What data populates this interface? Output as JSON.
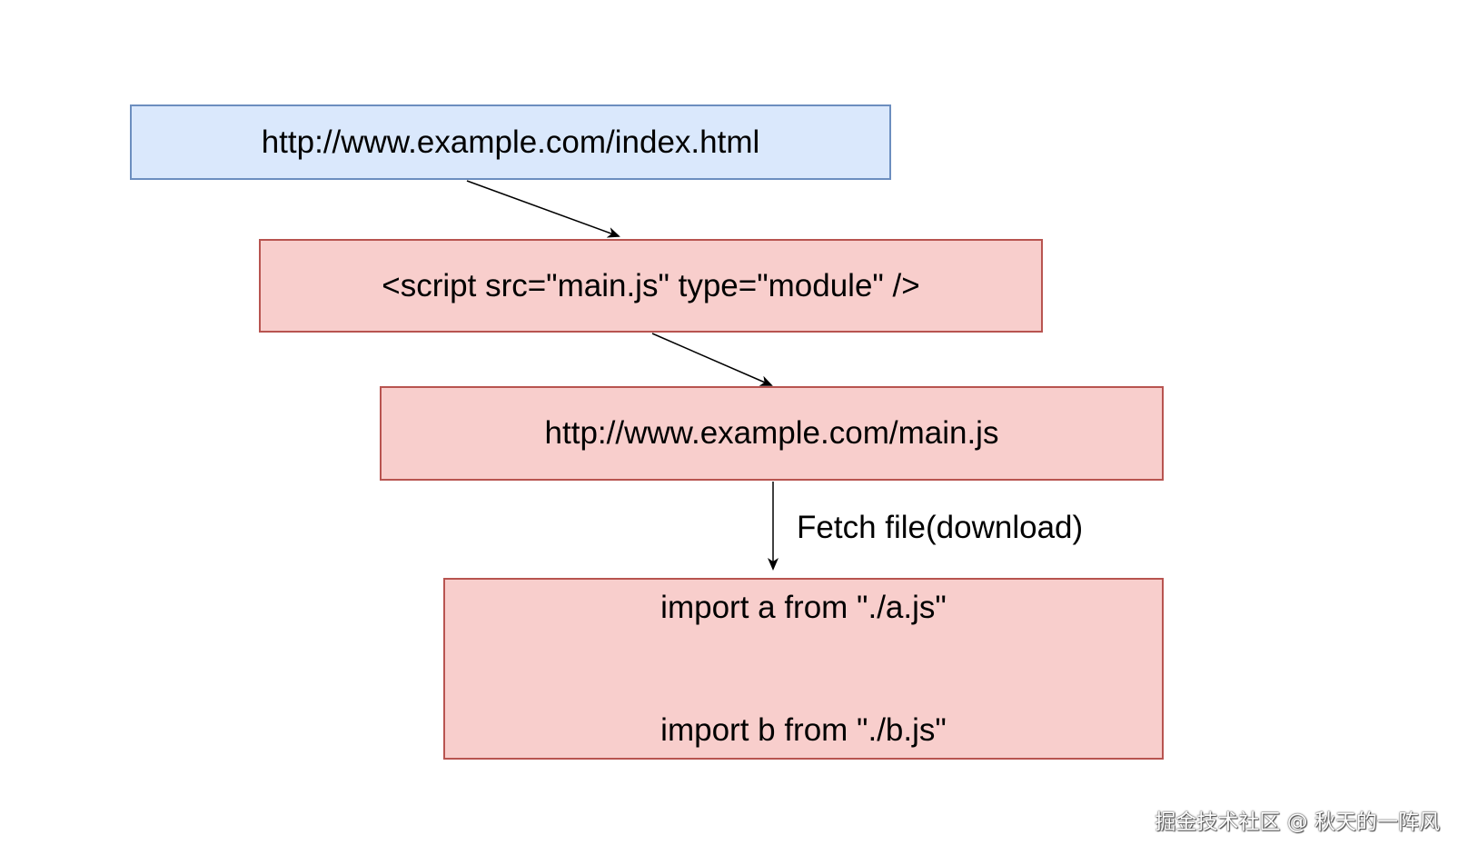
{
  "nodes": {
    "index_html": {
      "label": "http://www.example.com/index.html"
    },
    "script_tag": {
      "label": "<script src=\"main.js\" type=\"module\" />"
    },
    "main_js_url": {
      "label": "http://www.example.com/main.js"
    },
    "imports": {
      "line1": "import a from \"./a.js\"",
      "line2": "import b from \"./b.js\""
    }
  },
  "edges": {
    "fetch_label": "Fetch file(download)"
  },
  "watermark": {
    "text": "掘金技术社区 @ 秋天的一阵风"
  },
  "colors": {
    "blue_fill": "#dae8fc",
    "blue_stroke": "#6c8ebf",
    "red_fill": "#f8cecc",
    "red_stroke": "#b85450"
  }
}
